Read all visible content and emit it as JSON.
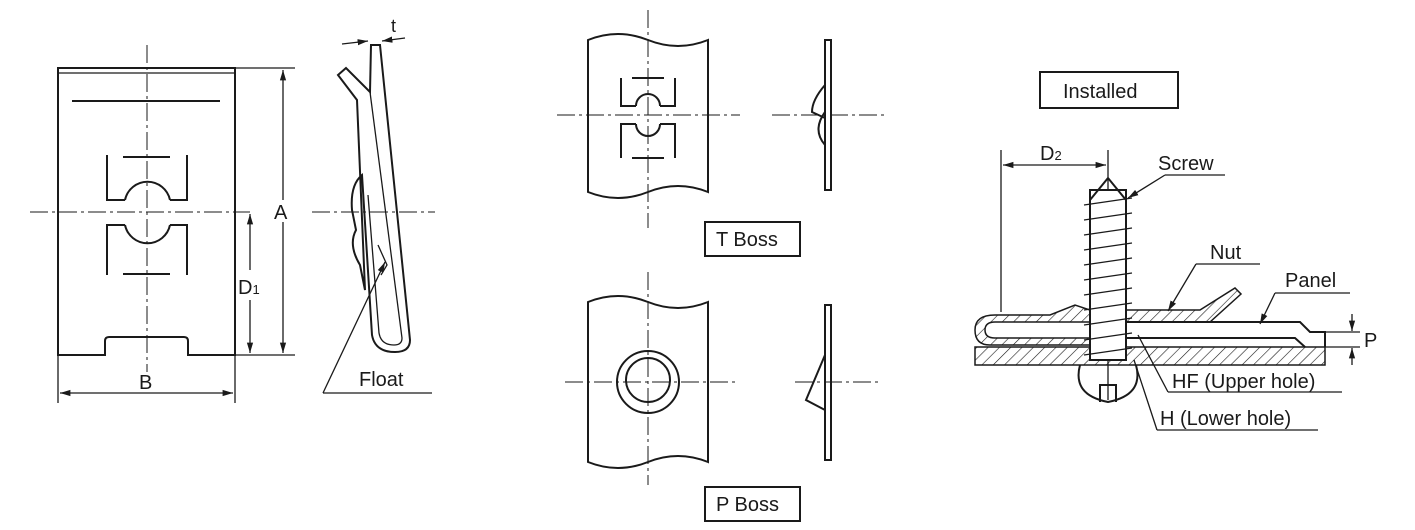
{
  "front_view": {
    "dim_a": "A",
    "dim_b": "B",
    "dim_d1": "D",
    "dim_d1_sub": "1"
  },
  "side_view": {
    "dim_t": "t",
    "float_label": "Float"
  },
  "t_boss": {
    "label": "T Boss"
  },
  "p_boss": {
    "label": "P Boss"
  },
  "installed": {
    "title": "Installed",
    "dim_d2": "D",
    "dim_d2_sub": "2",
    "screw": "Screw",
    "nut": "Nut",
    "panel": "Panel",
    "dim_p": "P",
    "hf": "HF (Upper hole)",
    "h": "H (Lower hole)"
  }
}
